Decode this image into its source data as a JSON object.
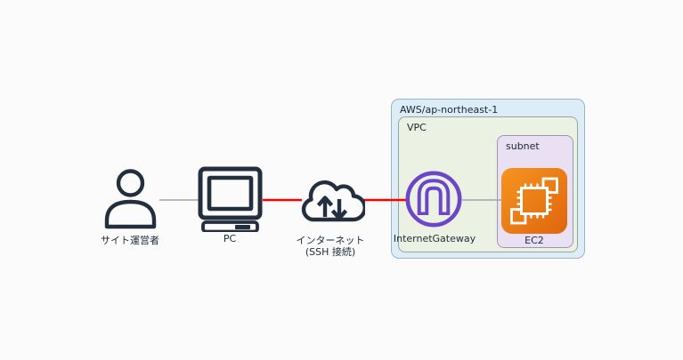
{
  "containers": {
    "region": {
      "label": "AWS/ap-northeast-1",
      "fill": "#dcedf8",
      "border": "#9ab4c6"
    },
    "vpc": {
      "label": "VPC",
      "fill": "#ecf2e3",
      "border": "#98a39e"
    },
    "subnet": {
      "label": "subnet",
      "fill": "#e9e1f3",
      "border": "#9d96ad"
    }
  },
  "nodes": {
    "user": {
      "label": "サイト運営者"
    },
    "pc": {
      "label": "PC"
    },
    "internet": {
      "label": "インターネット",
      "sublabel": "(SSH 接続)"
    },
    "gateway": {
      "label": "InternetGateway"
    },
    "ec2": {
      "label": "EC2"
    }
  },
  "connections": [
    {
      "from": "user",
      "to": "pc",
      "color": "gray"
    },
    {
      "from": "pc",
      "to": "internet",
      "color": "red"
    },
    {
      "from": "internet",
      "to": "gateway",
      "color": "red"
    },
    {
      "from": "gateway",
      "to": "ec2",
      "color": "gray"
    }
  ],
  "colors": {
    "red": "#ff0000",
    "gray": "#a3a3a3",
    "icon_dark": "#232f3e",
    "gateway_purple": "#6b46c9",
    "ec2_gradient_start": "#f5951f",
    "ec2_gradient_end": "#e0650d",
    "background": "#fbfbfc"
  }
}
